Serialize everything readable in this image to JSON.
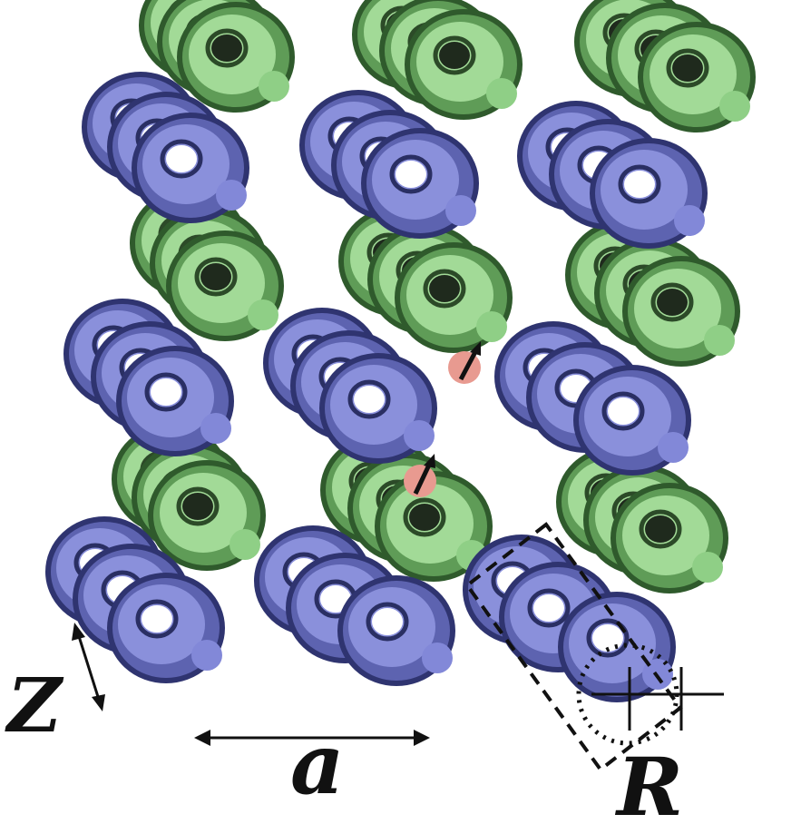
{
  "colors": {
    "blue_helix": "#7f86d4",
    "blue_dark": "#3a3f7a",
    "green_helix": "#93d18a",
    "green_dark": "#3f6b3a",
    "defect_marker": "#e89a90",
    "arrow": "#111111"
  },
  "labels": {
    "z_axis": "Z",
    "lattice_spacing": "a",
    "radius": "R"
  }
}
